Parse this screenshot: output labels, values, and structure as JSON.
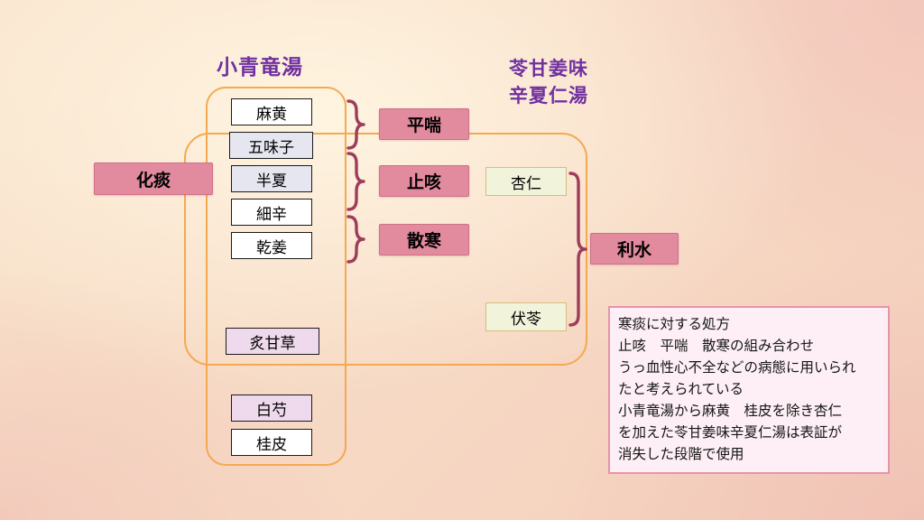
{
  "titles": {
    "sho_seiryu_to": "小青竜湯",
    "ryokan_line1": "苓甘姜味",
    "ryokan_line2": "辛夏仁湯"
  },
  "categories": {
    "katan": "化痰",
    "heizen": "平喘",
    "shigai": "止咳",
    "sankan": "散寒",
    "risui": "利水"
  },
  "herbs": {
    "mao": "麻黄",
    "gomishi": "五味子",
    "hange": "半夏",
    "saishin": "細辛",
    "kankyo": "乾姜",
    "shakanzo": "炙甘草",
    "byakushaku": "白芍",
    "keihi": "桂皮",
    "kyonin": "杏仁",
    "bukuryo": "伏苓"
  },
  "note": {
    "lines": [
      "寒痰に対する処方",
      "止咳　平喘　散寒の組み合わせ",
      "うっ血性心不全などの病態に用いられ",
      "たと考えられている",
      "小青竜湯から麻黄　桂皮を除き杏仁",
      "を加えた苓甘姜味辛夏仁湯は表証が",
      "消失した段階で使用"
    ]
  },
  "colors": {
    "accent_pink": "#e28a9e",
    "brace": "#9e3c5c",
    "orange_border": "#f4a950",
    "purple_title": "#7030a0",
    "note_border": "#e793aa",
    "note_bg": "#fdeff5",
    "herb_lavender": "#e6e6f1",
    "herb_pink": "#efd9ec",
    "herb_green_bg": "#f1f4da",
    "herb_green_border": "#d6bd7e"
  }
}
